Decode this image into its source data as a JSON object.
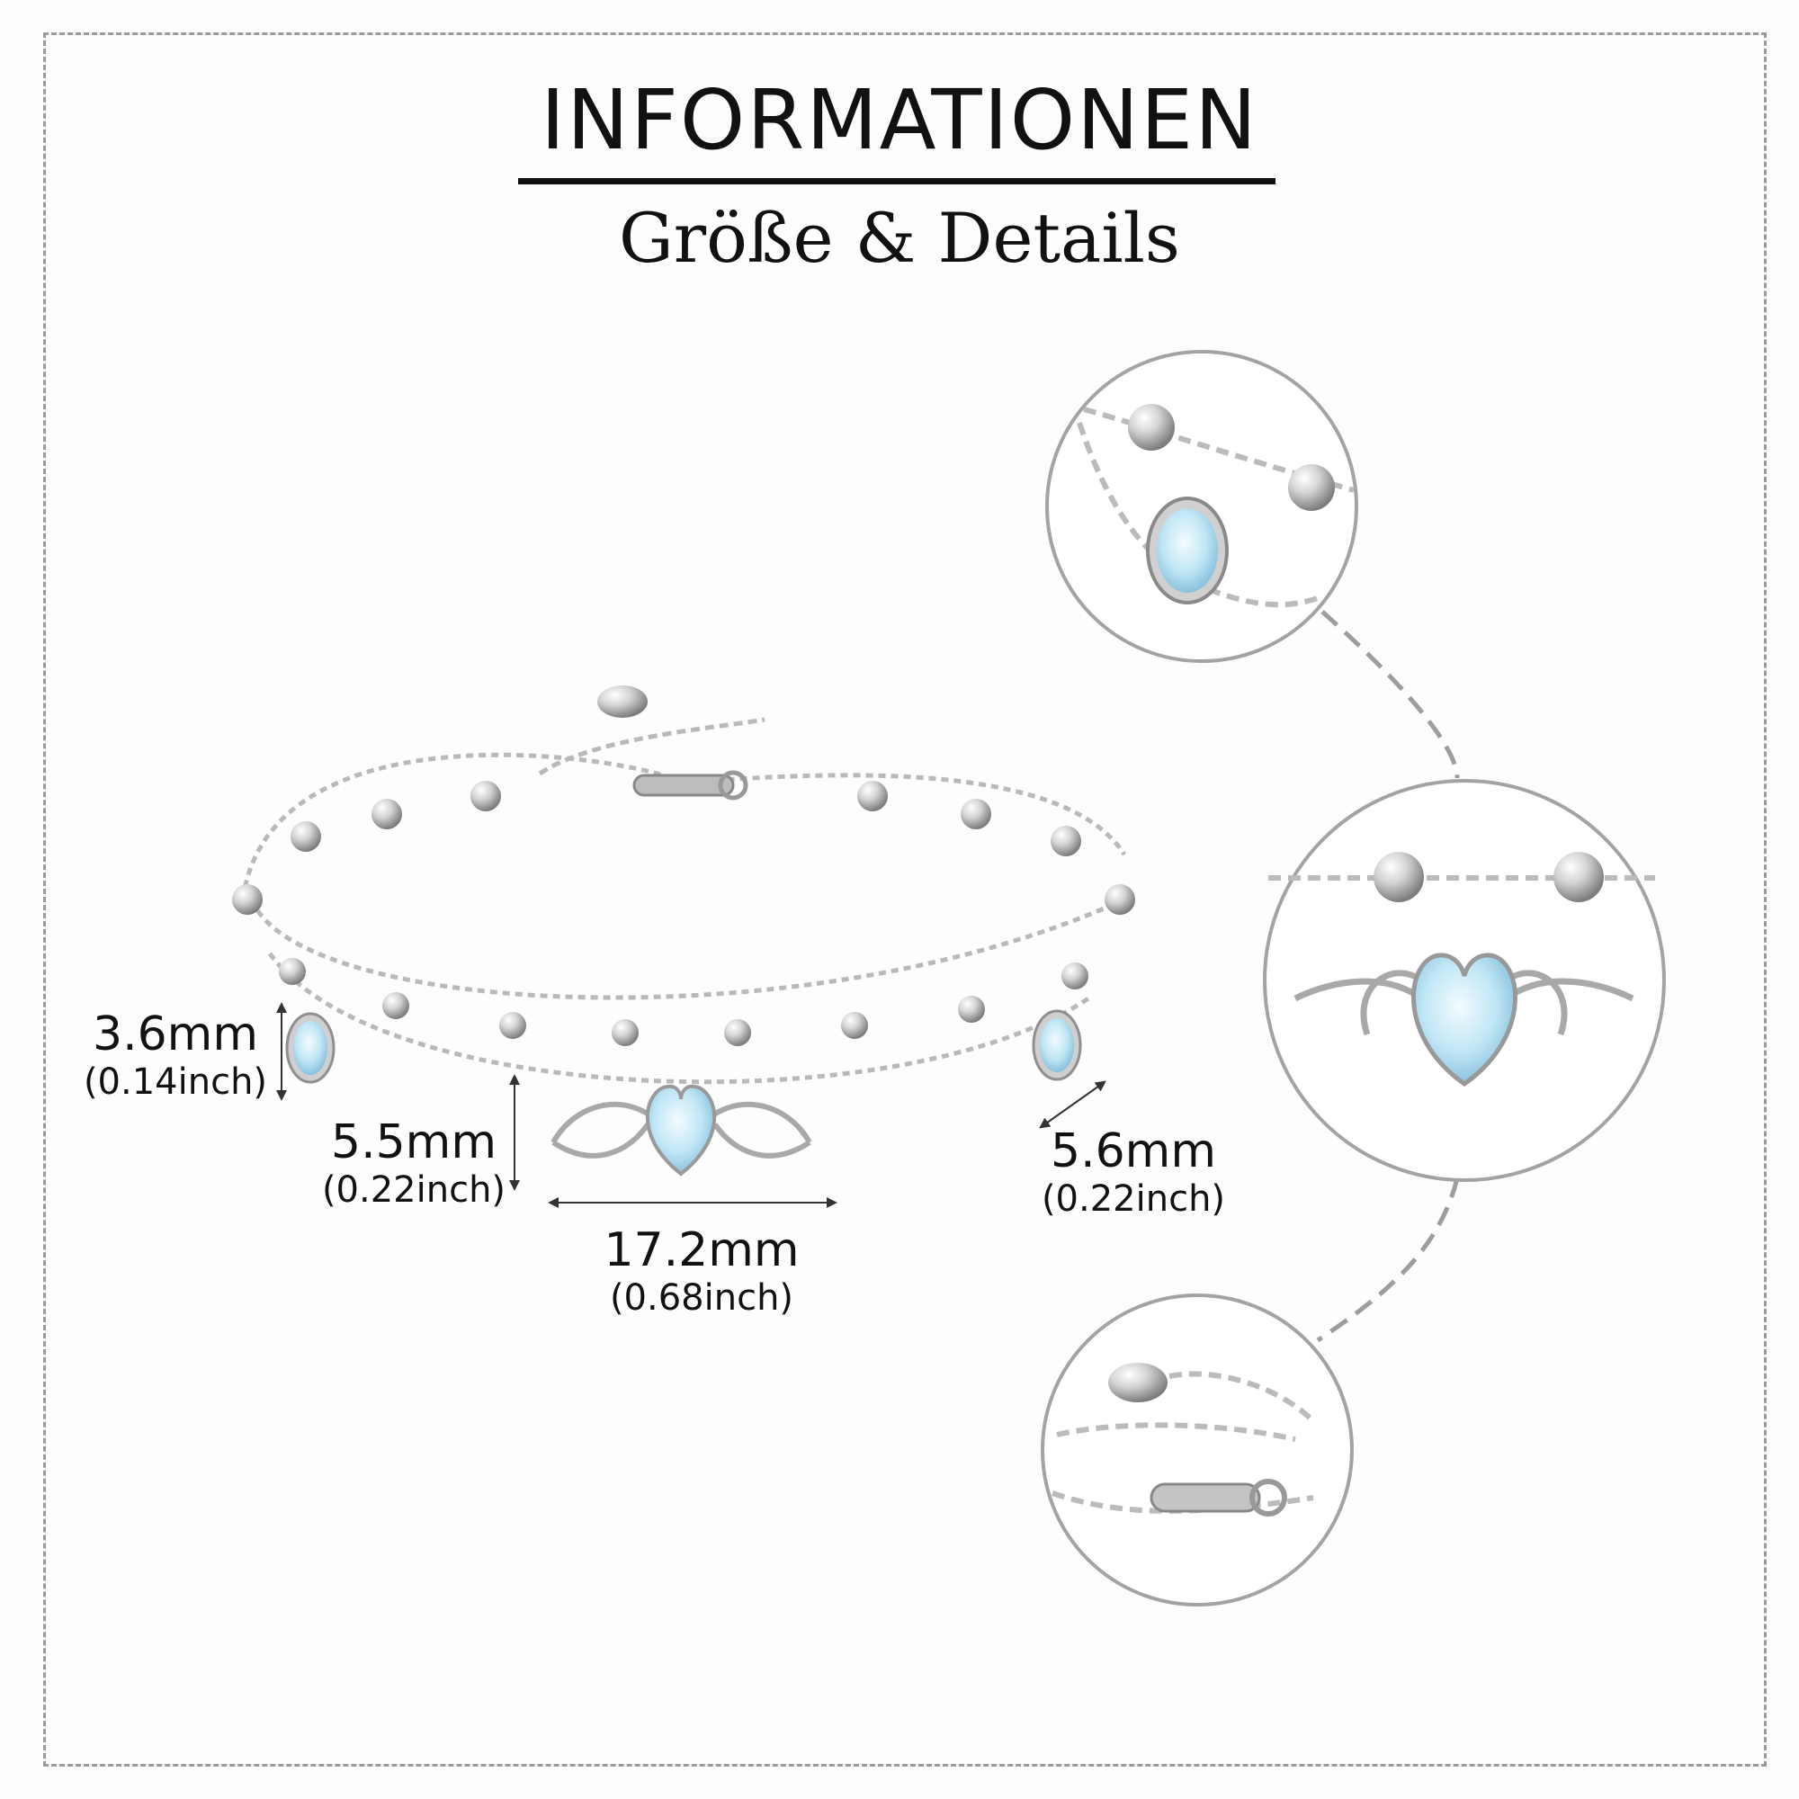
{
  "header": {
    "title": "INFORMATIONEN",
    "subtitle": "Größe & Details"
  },
  "dimensions": {
    "oval_stone": {
      "mm": "3.6mm",
      "inch": "(0.14inch)"
    },
    "heart_height": {
      "mm": "5.5mm",
      "inch": "(0.22inch)"
    },
    "heart_width": {
      "mm": "17.2mm",
      "inch": "(0.68inch)"
    },
    "side_stone": {
      "mm": "5.6mm",
      "inch": "(0.22inch)"
    }
  },
  "colors": {
    "frame": "#9a9a9a",
    "silver": "#c8c8c8",
    "moonstone": "#bfe6f5",
    "text": "#111111"
  }
}
